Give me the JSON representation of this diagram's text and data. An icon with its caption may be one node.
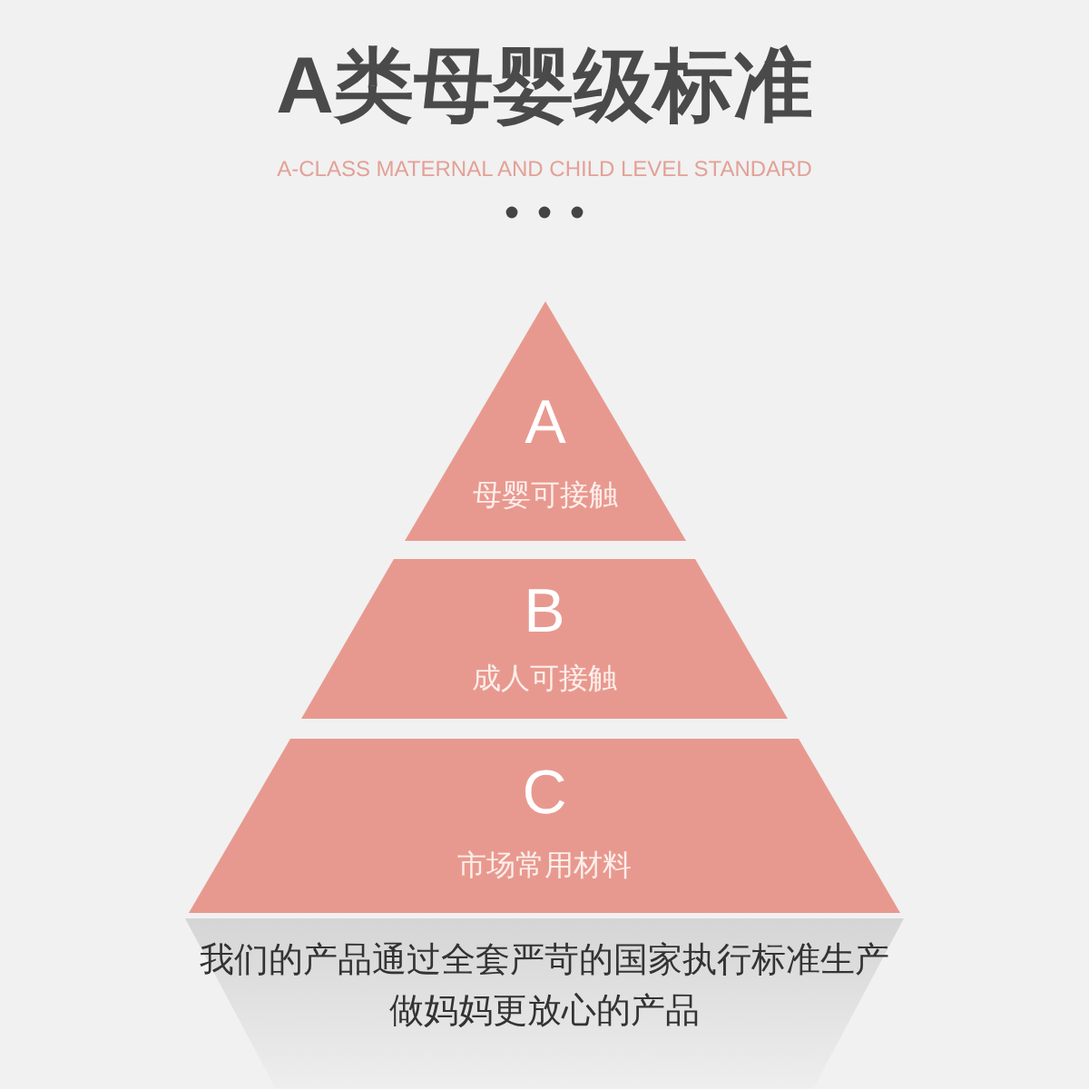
{
  "diagram": {
    "title": "A类母婴级标准",
    "nodes": [
      {
        "text": [
          "A",
          "母婴可接触"
        ]
      },
      {
        "text": [
          "B",
          "成人可接触"
        ]
      },
      {
        "text": [
          "C",
          "市场常用材料"
        ]
      },
      {
        "text": [
          "我们的产品通过全套严苛的国家执行标准生产做妈妈更放心的产品"
        ]
      }
    ],
    "labels": [
      "A-CLASS MATERNAL AND CHILD LEVEL STANDARD"
    ]
  }
}
